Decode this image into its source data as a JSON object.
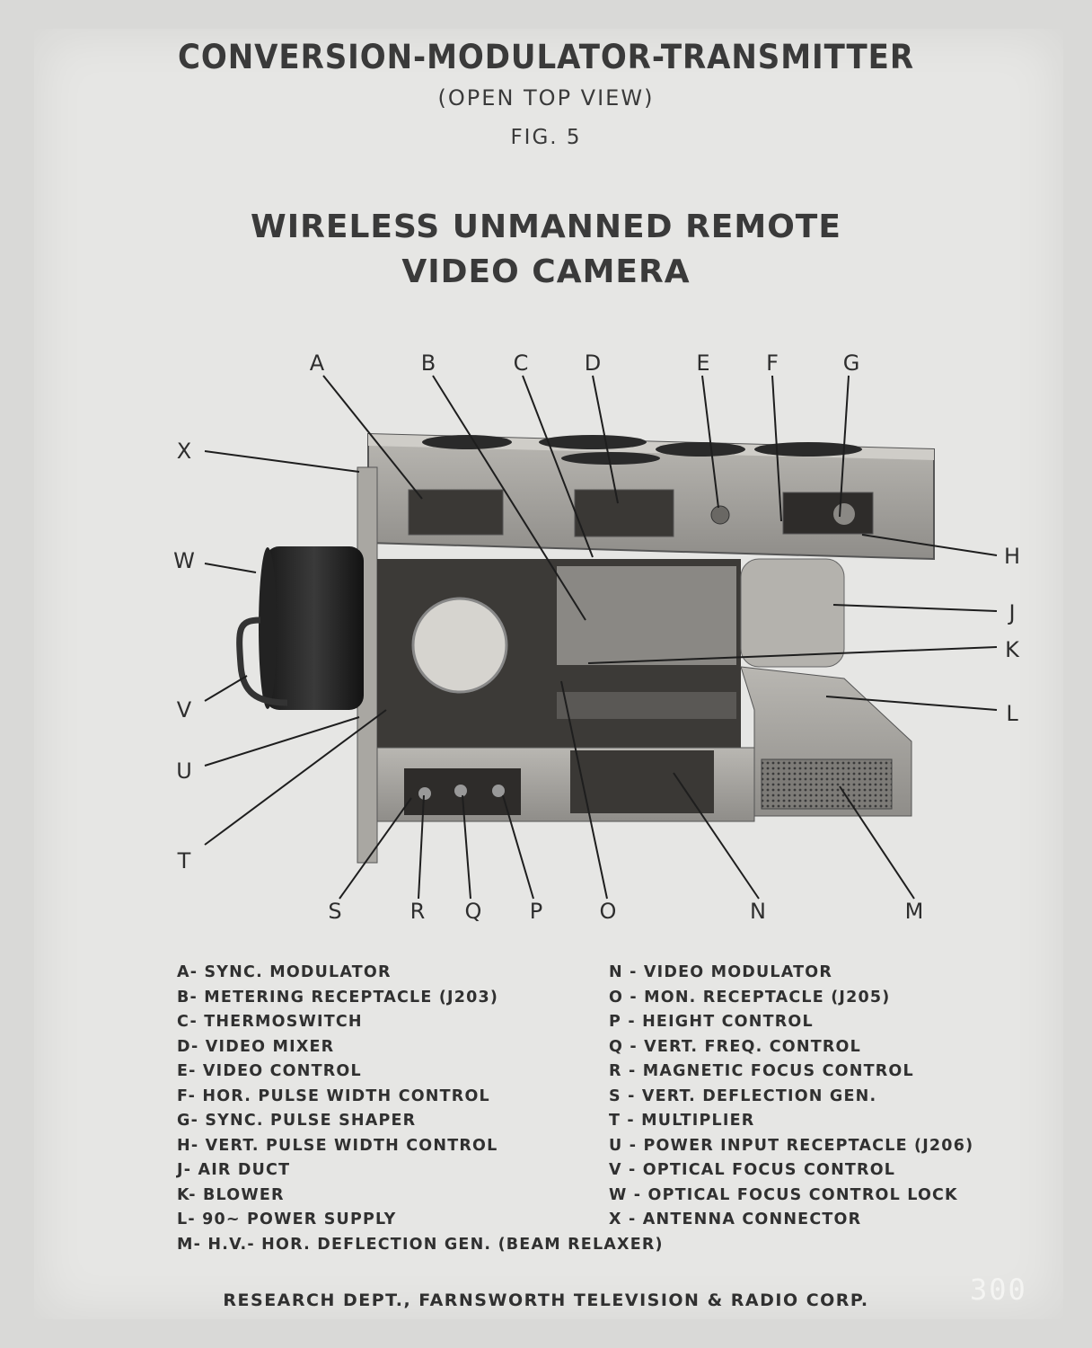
{
  "header": {
    "title": "CONVERSION-MODULATOR-TRANSMITTER",
    "subtitle": "(OPEN TOP VIEW)",
    "figure": "FIG. 5",
    "device_line1": "WIRELESS UNMANNED REMOTE",
    "device_line2": "VIDEO CAMERA"
  },
  "callouts": {
    "A": "A",
    "B": "B",
    "C": "C",
    "D": "D",
    "E": "E",
    "F": "F",
    "G": "G",
    "H": "H",
    "J": "J",
    "K": "K",
    "L": "L",
    "M": "M",
    "N": "N",
    "O": "O",
    "P": "P",
    "Q": "Q",
    "R": "R",
    "S": "S",
    "T": "T",
    "U": "U",
    "V": "V",
    "W": "W",
    "X": "X"
  },
  "legend_left": [
    "A- SYNC. MODULATOR",
    "B- METERING RECEPTACLE (J203)",
    "C- THERMOSWITCH",
    "D- VIDEO MIXER",
    "E- VIDEO CONTROL",
    "F- HOR. PULSE WIDTH CONTROL",
    "G- SYNC. PULSE SHAPER",
    "H- VERT. PULSE WIDTH CONTROL",
    "J- AIR DUCT",
    "K- BLOWER",
    "L- 90~ POWER SUPPLY",
    "M- H.V.- HOR. DEFLECTION GEN. (BEAM RELAXER)"
  ],
  "legend_right": [
    "N - VIDEO MODULATOR",
    "O - MON. RECEPTACLE (J205)",
    "P - HEIGHT CONTROL",
    "Q - VERT. FREQ. CONTROL",
    "R - MAGNETIC FOCUS CONTROL",
    "S - VERT. DEFLECTION GEN.",
    "T - MULTIPLIER",
    "U - POWER INPUT RECEPTACLE (J206)",
    "V - OPTICAL FOCUS CONTROL",
    "W - OPTICAL FOCUS CONTROL LOCK",
    "X - ANTENNA CONNECTOR"
  ],
  "footer": "RESEARCH DEPT., FARNSWORTH TELEVISION & RADIO CORP.",
  "stamp": "300"
}
